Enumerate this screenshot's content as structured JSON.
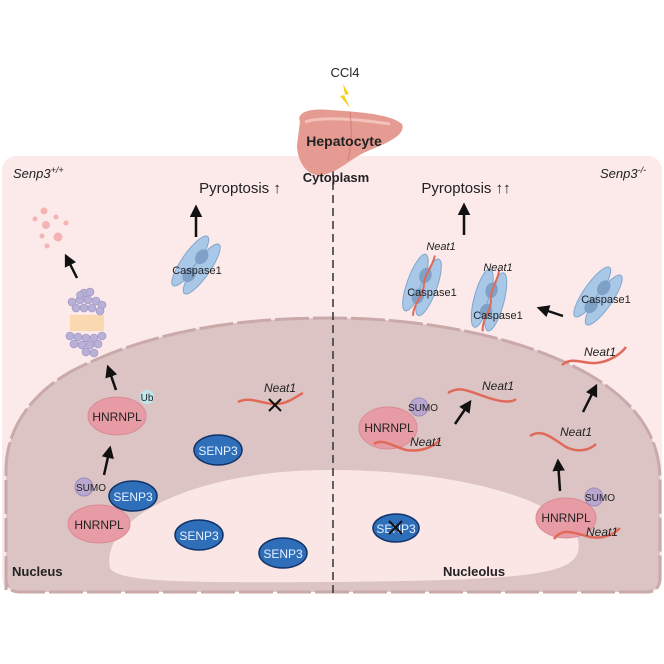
{
  "stimulus": {
    "label": "CCl4",
    "icon": "lightning-icon"
  },
  "organ": {
    "label": "Hepatocyte",
    "icon": "liver-icon"
  },
  "compartments": {
    "cytoplasm": "Cytoplasm",
    "nucleus": "Nucleus",
    "nucleolus": "Nucleolus"
  },
  "colors": {
    "cytoplasm": "#fce9e9",
    "nucleus": "#dcc4c4",
    "nucleus_border": "#c9a9a9",
    "nucleolus": "#fbe6e6",
    "senp3_fill": "#2f6fba",
    "senp3_border": "#12336a",
    "hnrnpl": "#e79ca5",
    "sumo": "#b9a7cf",
    "ub": "#bfe6ea",
    "neat1": "#e06a5a",
    "caspase": "#a9c7e6",
    "lightning": "#f5d020",
    "liver": "#e59a92"
  },
  "left": {
    "genotype_gene": "Senp3",
    "genotype_sup": "+/+",
    "pyroptosis": "Pyroptosis ↑",
    "caspase": "Caspase1",
    "hnrnpl_top": "HNRNPL",
    "ub": "Ub",
    "hnrnpl_bottom": "HNRNPL",
    "sumo": "SUMO",
    "senp3_labels": [
      "SENP3",
      "SENP3",
      "SENP3",
      "SENP3"
    ],
    "neat1_blocked": "Neat1"
  },
  "right": {
    "genotype_gene": "Senp3",
    "genotype_sup": "-/-",
    "pyroptosis": "Pyroptosis ↑↑",
    "caspase_labels": [
      "Caspase1",
      "Caspase1",
      "Caspase1"
    ],
    "neat1_labels": [
      "Neat1",
      "Neat1",
      "Neat1",
      "Neat1",
      "Neat1",
      "Neat1",
      "Neat1"
    ],
    "hnrnpl_labels": [
      "HNRNPL",
      "HNRNPL"
    ],
    "sumo_labels": [
      "SUMO",
      "SUMO"
    ],
    "senp3_knockout": "SENP3"
  }
}
